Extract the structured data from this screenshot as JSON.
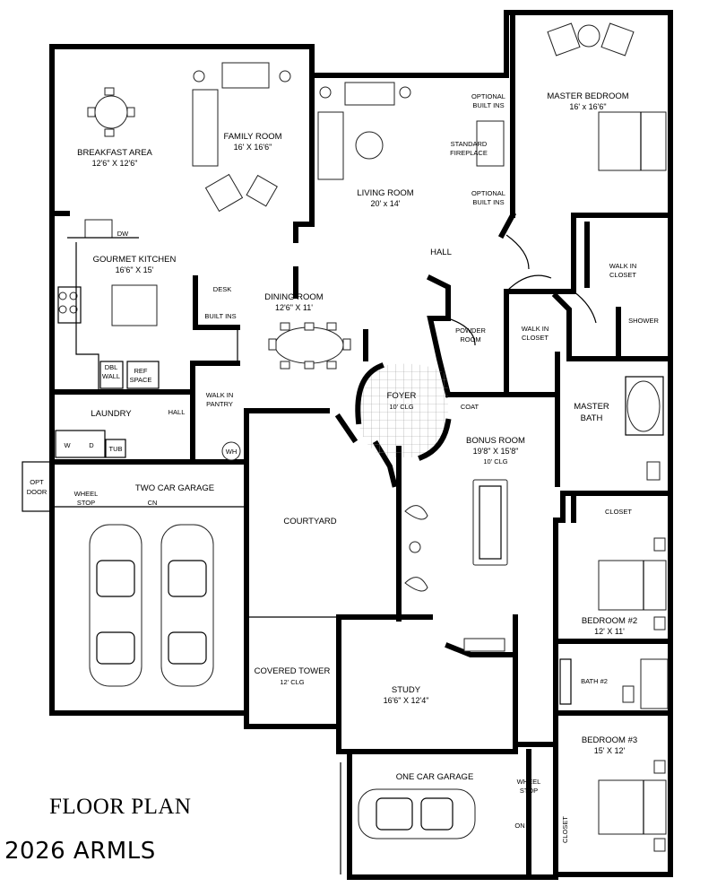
{
  "title": "FLOOR PLAN",
  "copyright": "2026 ARMLS",
  "rooms": {
    "breakfast": {
      "name": "BREAKFAST AREA",
      "dim": "12'6\" X 12'6\""
    },
    "family": {
      "name": "FAMILY ROOM",
      "dim": "16' X 16'6\""
    },
    "living": {
      "name": "LIVING ROOM",
      "dim": "20' x 14'"
    },
    "master": {
      "name": "MASTER BEDROOM",
      "dim": "16' x 16'6\""
    },
    "kitchen": {
      "name": "GOURMET KITCHEN",
      "dim": "16'6\" X 15'"
    },
    "dining": {
      "name": "DINING ROOM",
      "dim": "12'6\" X 11'"
    },
    "foyer": {
      "name": "FOYER",
      "dim": "10' CLG"
    },
    "bonus": {
      "name": "BONUS ROOM",
      "dim": "19'8\" X 15'8\"",
      "clg": "10' CLG"
    },
    "master_bath": {
      "name": "MASTER",
      "name2": "BATH"
    },
    "laundry": {
      "name": "LAUNDRY"
    },
    "garage2": {
      "name": "TWO CAR GARAGE"
    },
    "courtyard": {
      "name": "COURTYARD"
    },
    "bedroom2": {
      "name": "BEDROOM #2",
      "dim": "12' X 11'"
    },
    "covered_tower": {
      "name": "COVERED TOWER",
      "dim": "12' CLG"
    },
    "study": {
      "name": "STUDY",
      "dim": "16'6\" X 12'4\""
    },
    "bath2": {
      "name": "BATH #2"
    },
    "bedroom3": {
      "name": "BEDROOM #3",
      "dim": "15' X 12'"
    },
    "garage1": {
      "name": "ONE CAR GARAGE"
    }
  },
  "labels": {
    "dw": "DW",
    "optional1": "OPTIONAL",
    "builtins1": "BUILT INS",
    "standard": "STANDARD",
    "fireplace": "FIREPLACE",
    "optional2": "OPTIONAL",
    "builtins2": "BUILT INS",
    "hall_center": "HALL",
    "walkin_closet_top": "WALK IN",
    "closet_top": "CLOSET",
    "desk": "DESK",
    "builtins_dining": "BUILT INS",
    "walkin_closet_mid": "WALK IN",
    "closet_mid": "CLOSET",
    "shower": "SHOWER",
    "powder": "POWDER",
    "room": "ROOM",
    "dbl": "DBL",
    "wall": "WALL",
    "ref": "REF",
    "space": "SPACE",
    "walkin_pantry": "WALK IN",
    "pantry": "PANTRY",
    "hall_left": "HALL",
    "coat": "COAT",
    "w": "W",
    "d": "D",
    "tub": "TUB",
    "wh": "WH",
    "opt": "OPT",
    "door": "DOOR",
    "wheel_stop_1": "WHEEL",
    "stop_1": "STOP",
    "cn": "CN",
    "closet_b2": "CLOSET",
    "wheel_stop_2": "WHEEL",
    "stop_2": "STOP",
    "on": "ON",
    "closet_b3": "CLOSET"
  }
}
